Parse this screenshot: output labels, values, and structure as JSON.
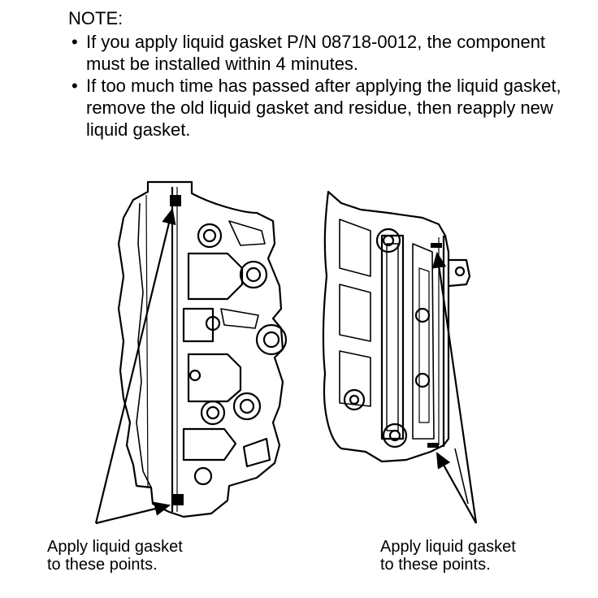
{
  "note": {
    "title": "NOTE:",
    "items": [
      "If you apply liquid gasket P/N 08718-0012, the component must be installed within 4 minutes.",
      "If too much time has passed after applying the liquid gasket, remove the old liquid gasket and residue, then reapply new liquid gasket."
    ]
  },
  "captions": {
    "left": [
      "Apply liquid gasket",
      "to these points."
    ],
    "right": [
      "Apply liquid gasket",
      "to these points."
    ]
  },
  "colors": {
    "ink": "#000000",
    "paper": "#ffffff"
  }
}
